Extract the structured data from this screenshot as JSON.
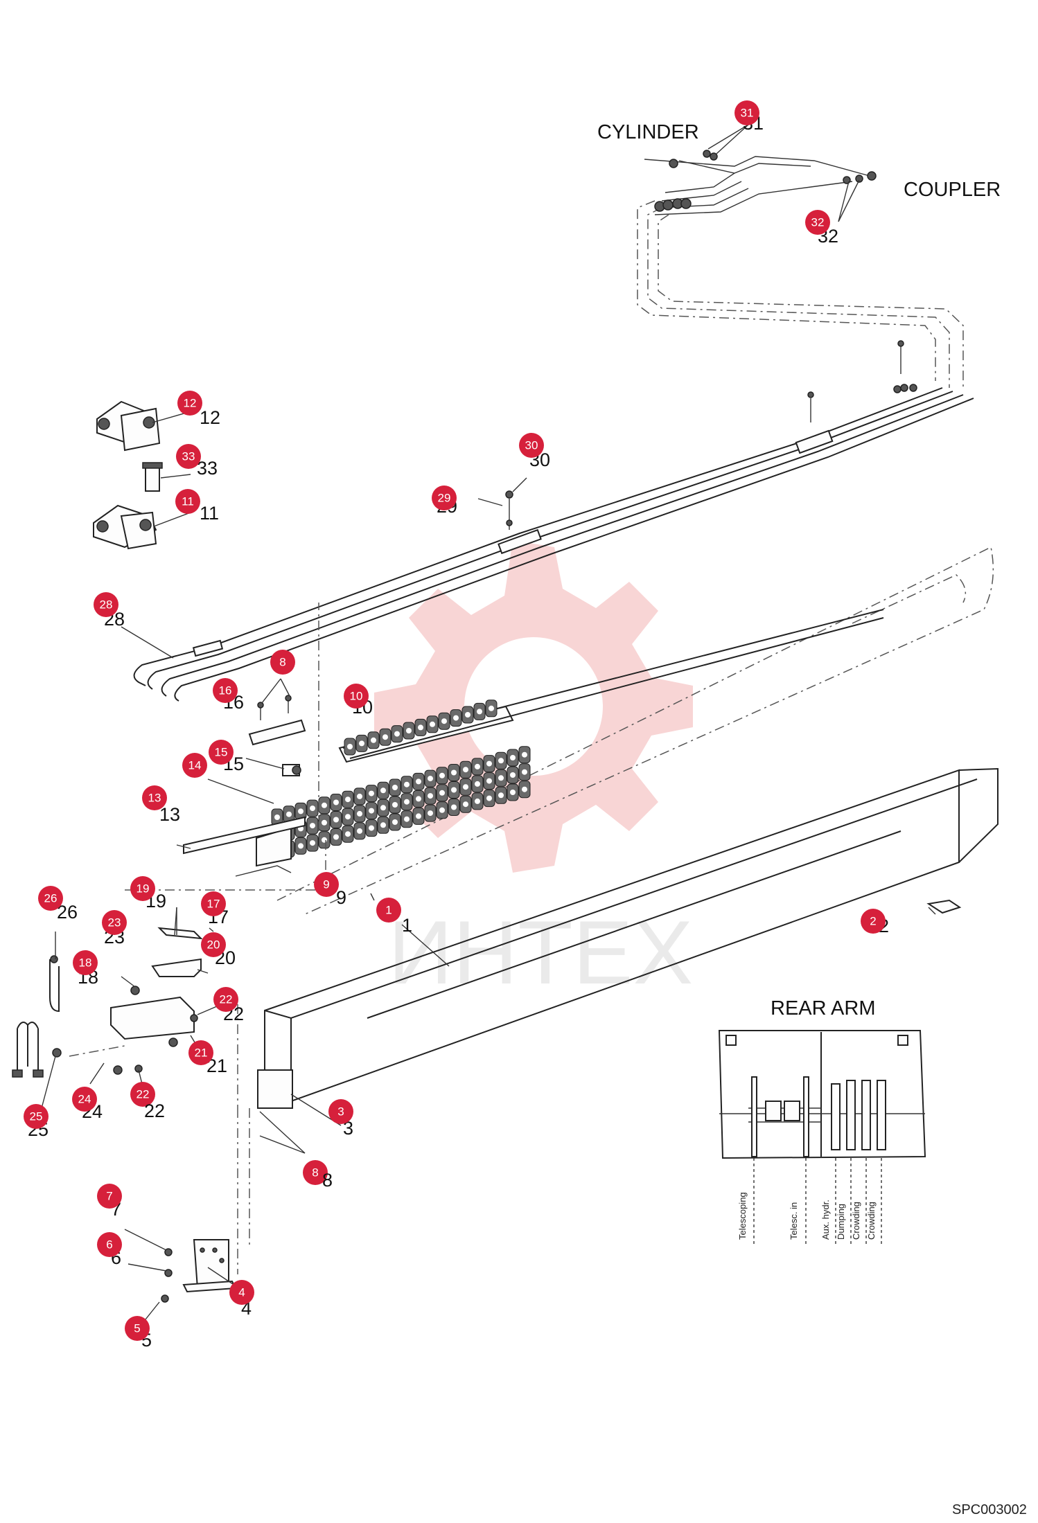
{
  "diagram": {
    "callouts": [
      {
        "id": 1,
        "badge": "1",
        "text": "1"
      },
      {
        "id": 2,
        "badge": "2",
        "text": "2"
      },
      {
        "id": 3,
        "badge": "3",
        "text": "3"
      },
      {
        "id": 4,
        "badge": "4",
        "text": "4"
      },
      {
        "id": 5,
        "badge": "5",
        "text": "5"
      },
      {
        "id": 6,
        "badge": "6",
        "text": "6"
      },
      {
        "id": 7,
        "badge": "7",
        "text": "7"
      },
      {
        "id": 8,
        "badge": "8",
        "text": "8"
      },
      {
        "id": 9,
        "badge": "9",
        "text": "9"
      },
      {
        "id": 10,
        "badge": "10",
        "text": "10"
      },
      {
        "id": 11,
        "badge": "11",
        "text": "11"
      },
      {
        "id": 12,
        "badge": "12",
        "text": "12"
      },
      {
        "id": 13,
        "badge": "13",
        "text": "13"
      },
      {
        "id": 14,
        "badge": "14",
        "text": ""
      },
      {
        "id": 15,
        "badge": "15",
        "text": "15"
      },
      {
        "id": 16,
        "badge": "16",
        "text": "16"
      },
      {
        "id": 17,
        "badge": "17",
        "text": "17"
      },
      {
        "id": 18,
        "badge": "18",
        "text": "18"
      },
      {
        "id": 19,
        "badge": "19",
        "text": "19"
      },
      {
        "id": 20,
        "badge": "20",
        "text": "20"
      },
      {
        "id": 21,
        "badge": "21",
        "text": "21"
      },
      {
        "id": 22,
        "badge": "22",
        "text": "22"
      },
      {
        "id": 23,
        "badge": "23",
        "text": "23"
      },
      {
        "id": 24,
        "badge": "24",
        "text": "24"
      },
      {
        "id": 25,
        "badge": "25",
        "text": "25"
      },
      {
        "id": 26,
        "badge": "26",
        "text": "26"
      },
      {
        "id": 28,
        "badge": "28",
        "text": "28"
      },
      {
        "id": 29,
        "badge": "29",
        "text": "29"
      },
      {
        "id": 30,
        "badge": "30",
        "text": "30"
      },
      {
        "id": 31,
        "badge": "31",
        "text": "31"
      },
      {
        "id": 32,
        "badge": "32",
        "text": "32"
      },
      {
        "id": 33,
        "badge": "33",
        "text": "33"
      }
    ],
    "extra_badges": [
      {
        "id": "8b",
        "badge": "8"
      },
      {
        "id": "22b",
        "badge": "22"
      }
    ],
    "extra_labels": [
      {
        "id": "22b",
        "text": "22"
      },
      {
        "id": "8b",
        "text": "8"
      }
    ],
    "labels": {
      "cylinder": "CYLINDER",
      "coupler": "COUPLER",
      "rear_arm_title": "REAR ARM",
      "drawing_code": "SPC003002"
    },
    "rear_arm_hoses": [
      "Telescoping",
      "Telesc. in",
      "Aux. hydr.",
      "Dumping",
      "Crowding",
      "Crowding"
    ],
    "watermark": "ИНТЕХ",
    "colors": {
      "badge": "#d6203b",
      "watermark": "#f3b3b3",
      "line": "#222222"
    }
  }
}
